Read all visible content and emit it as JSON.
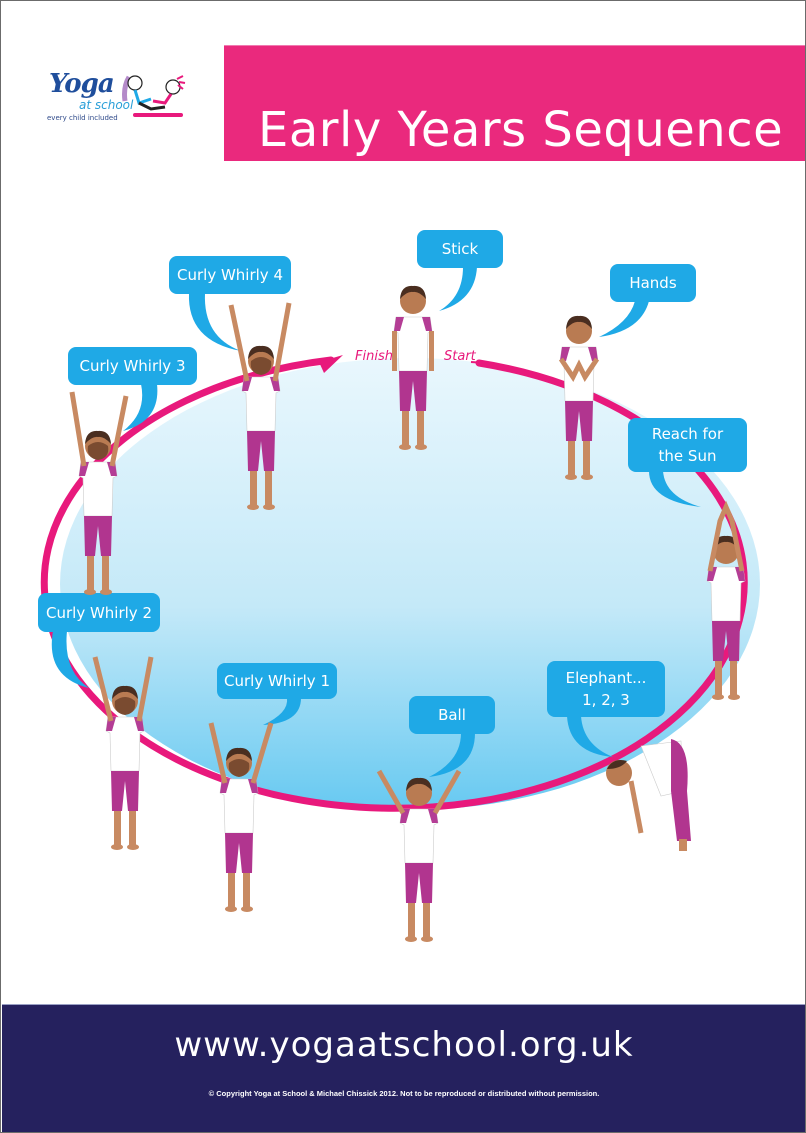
{
  "logo": {
    "name": "Yoga",
    "subname": "at school",
    "tagline": "every child included"
  },
  "banner": {
    "title": "Early Years Sequence",
    "color": "#ea297d"
  },
  "diagram": {
    "start_label": "Start",
    "finish_label": "Finish",
    "ring_color": "#e8197c",
    "fill_top": "#e6f6fd",
    "fill_bottom": "#6ccbf2",
    "bubble_color": "#1fa9e6",
    "poses": [
      {
        "order": 1,
        "label": "Stick"
      },
      {
        "order": 2,
        "label": "Hands"
      },
      {
        "order": 3,
        "label": "Reach for the Sun",
        "line1": "Reach for",
        "line2": "the Sun"
      },
      {
        "order": 4,
        "label": "Elephant... 1, 2, 3",
        "line1": "Elephant...",
        "line2": "1, 2, 3"
      },
      {
        "order": 5,
        "label": "Ball"
      },
      {
        "order": 6,
        "label": "Curly Whirly 1"
      },
      {
        "order": 7,
        "label": "Curly Whirly 2"
      },
      {
        "order": 8,
        "label": "Curly Whirly 3"
      },
      {
        "order": 9,
        "label": "Curly Whirly 4"
      }
    ]
  },
  "footer": {
    "url": "www.yogaatschool.org.uk",
    "copyright": "© Copyright Yoga at School & Michael Chissick 2012. Not to be reproduced or distributed without permission.",
    "background": "#25215e"
  }
}
